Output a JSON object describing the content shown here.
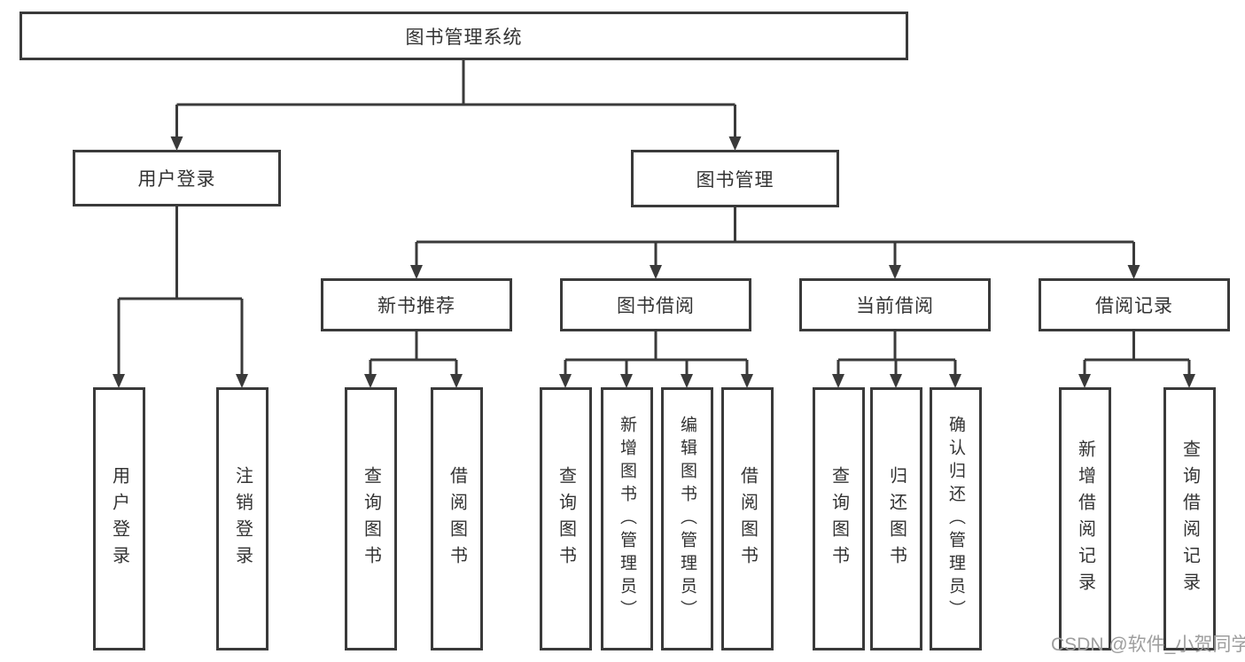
{
  "colors": {
    "line": "#3a3a3a",
    "text": "#333333",
    "box-border": "#3a3a3a",
    "watermark": "#9e9e9e",
    "background": "#ffffff"
  },
  "watermark": {
    "text": "CSDN @软件_小贺同学"
  },
  "tree": {
    "root": {
      "label": "图书管理系统"
    },
    "branches": [
      {
        "label": "用户登录",
        "children": [
          {
            "label": "用户登录"
          },
          {
            "label": "注销登录"
          }
        ]
      },
      {
        "label": "图书管理",
        "children": [
          {
            "label": "新书推荐",
            "children": [
              {
                "label": "查询图书"
              },
              {
                "label": "借阅图书"
              }
            ]
          },
          {
            "label": "图书借阅",
            "children": [
              {
                "label": "查询图书"
              },
              {
                "label": "新增图书（管理员）"
              },
              {
                "label": "编辑图书（管理员）"
              },
              {
                "label": "借阅图书"
              }
            ]
          },
          {
            "label": "当前借阅",
            "children": [
              {
                "label": "查询图书"
              },
              {
                "label": "归还图书"
              },
              {
                "label": "确认归还（管理员）"
              }
            ]
          },
          {
            "label": "借阅记录",
            "children": [
              {
                "label": "新增借阅记录"
              },
              {
                "label": "查询借阅记录"
              }
            ]
          }
        ]
      }
    ]
  }
}
